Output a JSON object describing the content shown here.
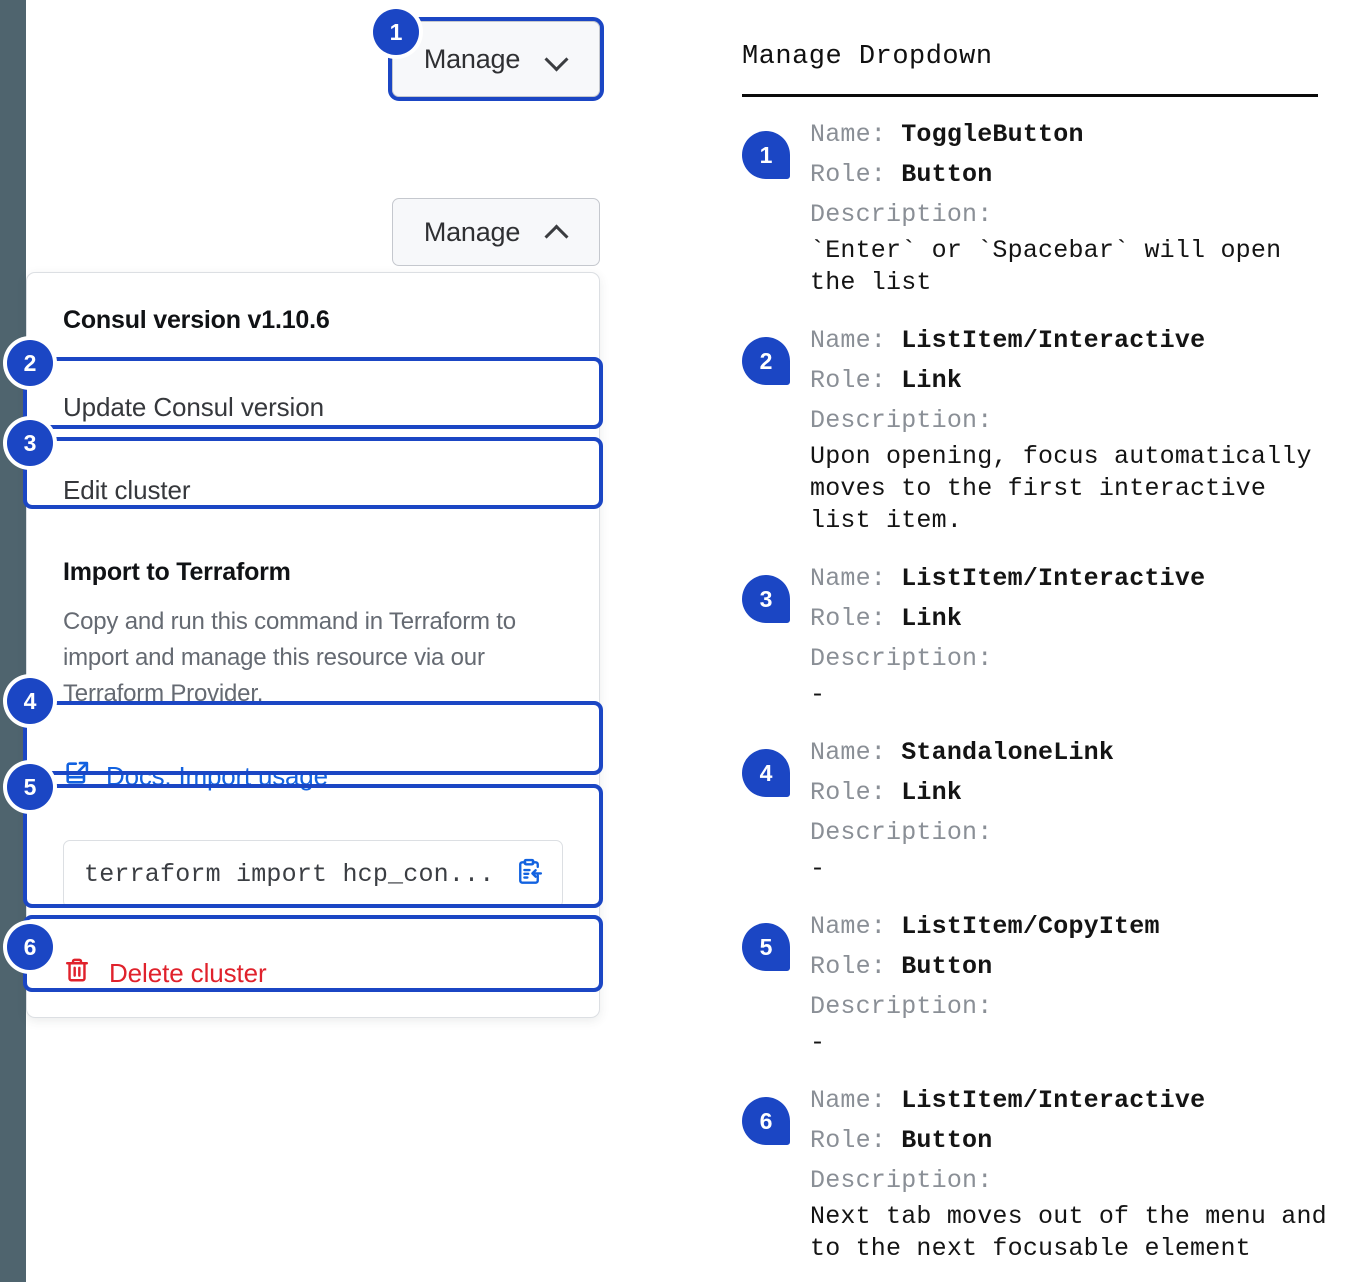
{
  "colors": {
    "accent_blue": "#1b46c4",
    "link_blue": "#1262e0",
    "danger_red": "#e0222c",
    "rail_slate": "#4f646e",
    "muted_gray": "#656a72"
  },
  "left_panel": {
    "toggle_button_focused": {
      "label": "Manage",
      "icon": "chevron-down-icon",
      "marker": "1"
    },
    "toggle_button_open": {
      "label": "Manage",
      "icon": "chevron-up-icon"
    },
    "dropdown": {
      "version_heading": "Consul version v1.10.6",
      "items": [
        {
          "marker": "2",
          "label": "Update Consul version"
        },
        {
          "marker": "3",
          "label": "Edit cluster"
        }
      ],
      "terraform": {
        "heading": "Import to Terraform",
        "body": "Copy and run this command in Terraform to import and manage this resource via our Terraform Provider.",
        "docs_link": {
          "marker": "4",
          "label": "Docs: Import usage",
          "icon": "docs-external-link-icon"
        },
        "copy_field": {
          "marker": "5",
          "command": "terraform import hcp_con...",
          "icon": "copy-clipboard-icon"
        }
      },
      "delete": {
        "marker": "6",
        "label": "Delete cluster",
        "icon": "trash-icon"
      }
    }
  },
  "right_panel": {
    "title": "Manage Dropdown",
    "label_name": "Name:",
    "label_role": "Role:",
    "label_description": "Description:",
    "annotations": [
      {
        "number": "1",
        "name": "ToggleButton",
        "role": "Button",
        "description": "`Enter` or `Spacebar` will open\nthe list"
      },
      {
        "number": "2",
        "name": "ListItem/Interactive",
        "role": "Link",
        "description": "Upon opening, focus automatically\nmoves to the first interactive\nlist item."
      },
      {
        "number": "3",
        "name": "ListItem/Interactive",
        "role": "Link",
        "description": "-"
      },
      {
        "number": "4",
        "name": "StandaloneLink",
        "role": "Link",
        "description": "-"
      },
      {
        "number": "5",
        "name": "ListItem/CopyItem",
        "role": "Button",
        "description": "-"
      },
      {
        "number": "6",
        "name": "ListItem/Interactive",
        "role": "Button",
        "description": "Next tab moves out of the menu and\nto the next focusable element"
      }
    ]
  }
}
